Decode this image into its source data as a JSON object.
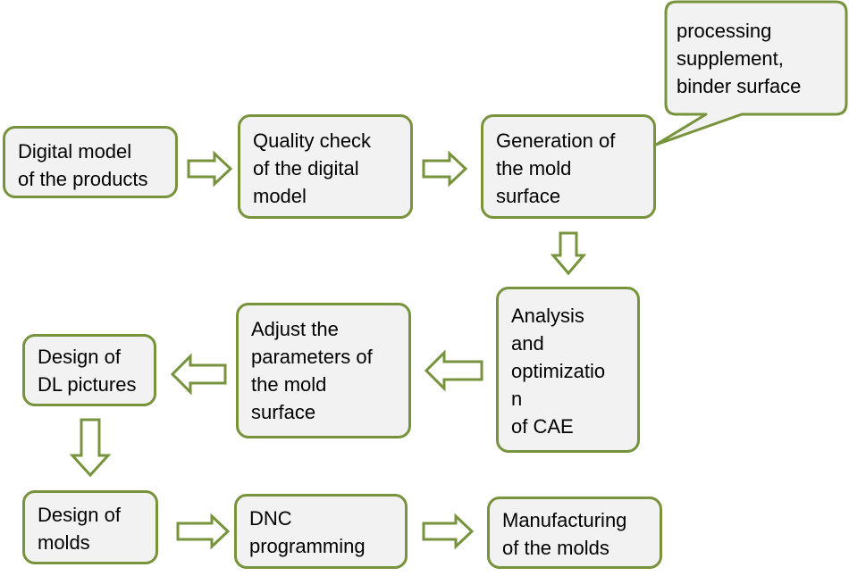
{
  "nodes": [
    {
      "id": "digital-model",
      "text": "Digital model\nof the products"
    },
    {
      "id": "quality-check",
      "text": "Quality check\nof the digital\nmodel"
    },
    {
      "id": "generation",
      "text": "Generation of\nthe mold\nsurface"
    },
    {
      "id": "callout",
      "text": "processing\nsupplement,\nbinder surface"
    },
    {
      "id": "analysis",
      "text": "Analysis\nand\noptimizatio\nn\nof CAE"
    },
    {
      "id": "adjust",
      "text": "Adjust the\nparameters of\nthe mold\nsurface"
    },
    {
      "id": "design-dl",
      "text": "Design of\nDL pictures"
    },
    {
      "id": "design-molds",
      "text": "Design of\nmolds"
    },
    {
      "id": "dnc",
      "text": "DNC\nprogramming"
    },
    {
      "id": "manufacturing",
      "text": "Manufacturing\nof the molds"
    }
  ],
  "colors": {
    "border": "#77933c",
    "fill": "#f2f2f2",
    "text": "#000000"
  }
}
